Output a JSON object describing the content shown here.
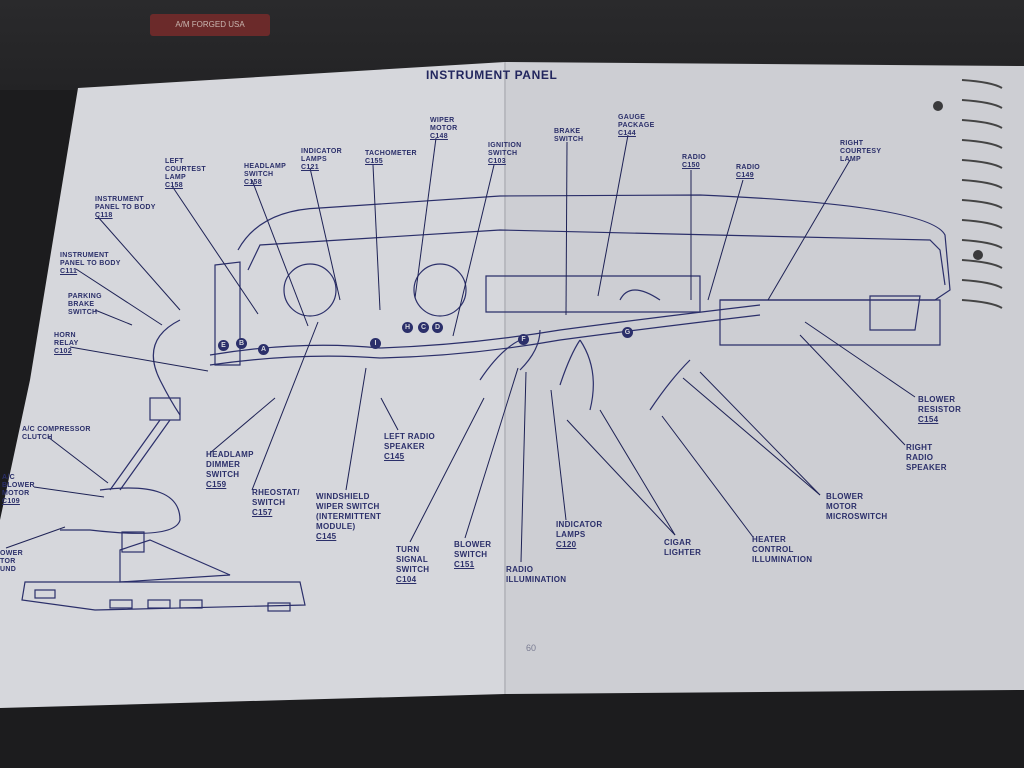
{
  "title": "INSTRUMENT PANEL",
  "page_number": "60",
  "tool_label": "A/M FORGED USA",
  "connector_letters": [
    "E",
    "B",
    "A",
    "I",
    "H",
    "C",
    "D",
    "F",
    "G"
  ],
  "labels": [
    {
      "id": "left-courtesy-lamp",
      "text": "LEFT\nCOURTEST\nLAMP",
      "code": "C158"
    },
    {
      "id": "headlamp-switch",
      "text": "HEADLAMP\nSWITCH",
      "code": "C158"
    },
    {
      "id": "indicator-lamps-top",
      "text": "INDICATOR\nLAMPS",
      "code": "C121"
    },
    {
      "id": "tachometer",
      "text": "TACHOMETER",
      "code": "C155"
    },
    {
      "id": "wiper-motor",
      "text": "WIPER\nMOTOR",
      "code": "C148"
    },
    {
      "id": "ignition-switch",
      "text": "IGNITION\nSWITCH",
      "code": "C103"
    },
    {
      "id": "brake-switch",
      "text": "BRAKE\nSWITCH",
      "code": ""
    },
    {
      "id": "gauge-package",
      "text": "GAUGE\nPACKAGE",
      "code": "C144"
    },
    {
      "id": "radio-c150",
      "text": "RADIO",
      "code": "C150"
    },
    {
      "id": "radio-c149",
      "text": "RADIO",
      "code": "C149"
    },
    {
      "id": "right-courtesy-lamp",
      "text": "RIGHT\nCOURTESY\nLAMP",
      "code": ""
    },
    {
      "id": "instrument-panel-c118",
      "text": "INSTRUMENT\nPANEL TO BODY",
      "code": "C118"
    },
    {
      "id": "instrument-panel-c111",
      "text": "INSTRUMENT\nPANEL TO BODY",
      "code": "C111"
    },
    {
      "id": "parking-brake-switch",
      "text": "PARKING\nBRAKE\nSWITCH",
      "code": ""
    },
    {
      "id": "horn-relay",
      "text": "HORN\nRELAY",
      "code": "C102"
    },
    {
      "id": "ac-compressor-clutch",
      "text": "A/C COMPRESSOR\nCLUTCH",
      "code": ""
    },
    {
      "id": "ac-blower-motor",
      "text": "A/C\nBLOWER\nMOTOR",
      "code": "C109"
    },
    {
      "id": "blower-motor-ground",
      "text": "OWER\nTOR\nUND",
      "code": ""
    },
    {
      "id": "headlamp-dimmer-switch",
      "text": "HEADLAMP\nDIMMER\nSWITCH",
      "code": "C159"
    },
    {
      "id": "rheostat-switch",
      "text": "RHEOSTAT/\nSWITCH",
      "code": "C157"
    },
    {
      "id": "windshield-wiper-switch",
      "text": "WINDSHIELD\nWIPER SWITCH\n(INTERMITTENT\nMODULE)",
      "code": "C145"
    },
    {
      "id": "left-radio-speaker",
      "text": "LEFT RADIO\nSPEAKER",
      "code": "C145"
    },
    {
      "id": "turn-signal-switch",
      "text": "TURN\nSIGNAL\nSWITCH",
      "code": "C104"
    },
    {
      "id": "blower-switch",
      "text": "BLOWER\nSWITCH",
      "code": "C151"
    },
    {
      "id": "radio-illumination",
      "text": "RADIO\nILLUMINATION",
      "code": ""
    },
    {
      "id": "indicator-lamps-bottom",
      "text": "INDICATOR\nLAMPS",
      "code": "C120"
    },
    {
      "id": "cigar-lighter",
      "text": "CIGAR\nLIGHTER",
      "code": ""
    },
    {
      "id": "heater-control-illumination",
      "text": "HEATER\nCONTROL\nILLUMINATION",
      "code": ""
    },
    {
      "id": "blower-motor-microswitch",
      "text": "BLOWER\nMOTOR\nMICROSWITCH",
      "code": ""
    },
    {
      "id": "blower-resistor",
      "text": "BLOWER\nRESISTOR",
      "code": "C154"
    },
    {
      "id": "right-radio-speaker",
      "text": "RIGHT\nRADIO\nSPEAKER",
      "code": ""
    }
  ]
}
